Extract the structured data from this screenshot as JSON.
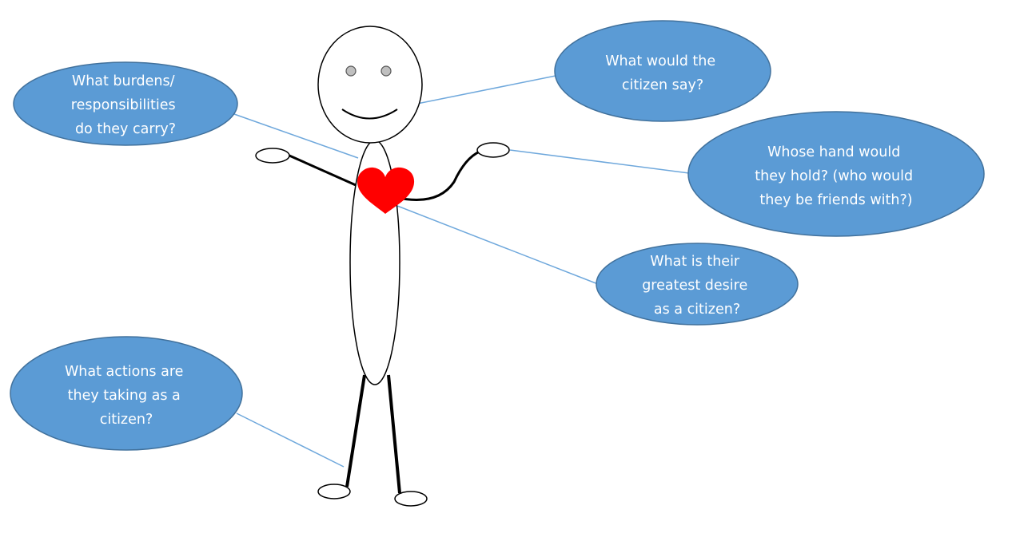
{
  "colors": {
    "bubble_fill": "#5b9bd5",
    "bubble_stroke": "#41719c",
    "connector": "#6fa8dc",
    "heart": "#ff0000",
    "figure_stroke": "#000000",
    "text": "#ffffff"
  },
  "figure": {
    "head_icon": "smiley-face-icon",
    "heart_icon": "heart-icon"
  },
  "bubbles": {
    "burdens": {
      "lines": [
        "What burdens/",
        "responsibilities",
        "do they carry?"
      ]
    },
    "say": {
      "lines": [
        "What would the",
        "citizen say?"
      ]
    },
    "hand": {
      "lines": [
        "Whose hand would",
        "they hold? (who would",
        "they be friends with?)"
      ]
    },
    "desire": {
      "lines": [
        "What is their",
        "greatest desire",
        "as a citizen?"
      ]
    },
    "actions": {
      "lines": [
        "What actions are",
        "they taking as a",
        "citizen?"
      ]
    }
  }
}
